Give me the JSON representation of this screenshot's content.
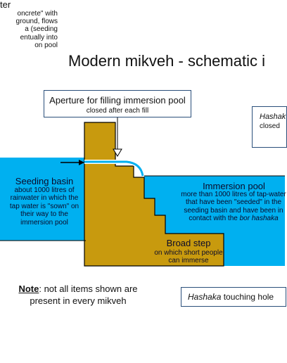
{
  "colors": {
    "water": "#00b0f0",
    "stone": "#c89a0e",
    "outline": "#000000",
    "box_border": "#2a4f7a"
  },
  "top_left_note": {
    "lines": [
      "ter",
      "oncrete\" with",
      "ground, flows",
      "a (seeding",
      "entually into",
      "on pool"
    ]
  },
  "title": "Modern mikveh - schematic i",
  "aperture": {
    "title": "Aperture for filling immersion pool",
    "subtitle": "closed after each fill"
  },
  "hashaka_right": {
    "title": "Hashak",
    "subtitle": "closed"
  },
  "seeding_basin": {
    "title": "Seeding basin",
    "description": "about 1000 litres of rainwater in which the tap water is \"sown\" on their way to the immersion pool"
  },
  "immersion_pool": {
    "title": "Immersion pool",
    "description_prefix": "more than 1000 litres of tap-water that have been \"seeded\" in the seeding basin and have been in contact with the ",
    "description_italic": "bor hashaka"
  },
  "broad_step": {
    "title": "Broad step",
    "subtitle": "on which short people can immerse"
  },
  "note": {
    "label": "Note",
    "text": ": not all items shown are present in every mikveh"
  },
  "touching_hole": {
    "italic": "Hashaka",
    "text": " touching hole"
  }
}
